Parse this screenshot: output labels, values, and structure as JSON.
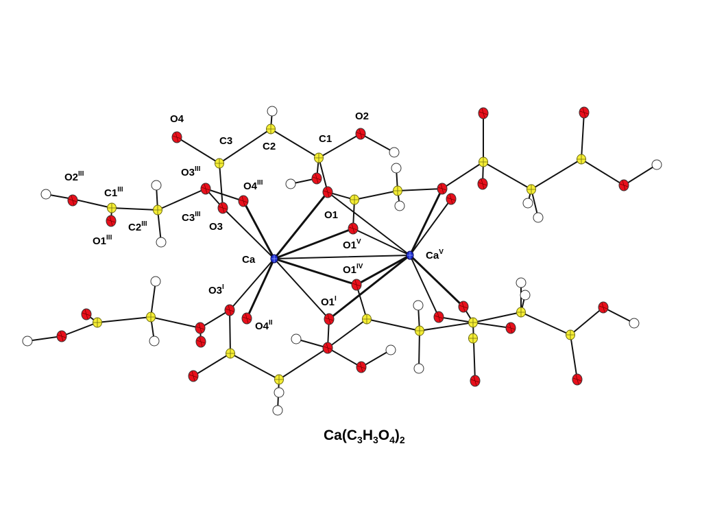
{
  "figure": {
    "caption": {
      "base": "Ca(C",
      "s1": "3",
      "h": "H",
      "s2": "3",
      "o": "O",
      "s3": "4",
      "close": ")",
      "s4": "2"
    },
    "labels": {
      "O4": "O4",
      "C3": "C3",
      "C2": "C2",
      "C1": "C1",
      "O2": "O2",
      "O2iii": "O2",
      "O2iii_sup": "III",
      "C1iii": "C1",
      "C1iii_sup": "III",
      "O3iii": "O3",
      "O3iii_sup": "III",
      "O4iii": "O4",
      "O4iii_sup": "III",
      "C2iii": "C2",
      "C2iii_sup": "III",
      "C3iii": "C3",
      "C3iii_sup": "III",
      "O1iii": "O1",
      "O1iii_sup": "III",
      "O3": "O3",
      "O1": "O1",
      "O1v": "O1",
      "O1v_sup": "V",
      "Ca": "Ca",
      "Cav": "Ca",
      "Cav_sup": "V",
      "O1iv": "O1",
      "O1iv_sup": "IV",
      "O3i": "O3",
      "O3i_sup": "I",
      "O1i": "O1",
      "O1i_sup": "I",
      "O4ii": "O4",
      "O4ii_sup": "II"
    },
    "colors": {
      "oxygen": "#e8101c",
      "carbon": "#f5ee35",
      "hydrogen": "#ffffff",
      "calcium": "#1f2fcf",
      "outline": "#333333",
      "bond": "#111111"
    }
  }
}
